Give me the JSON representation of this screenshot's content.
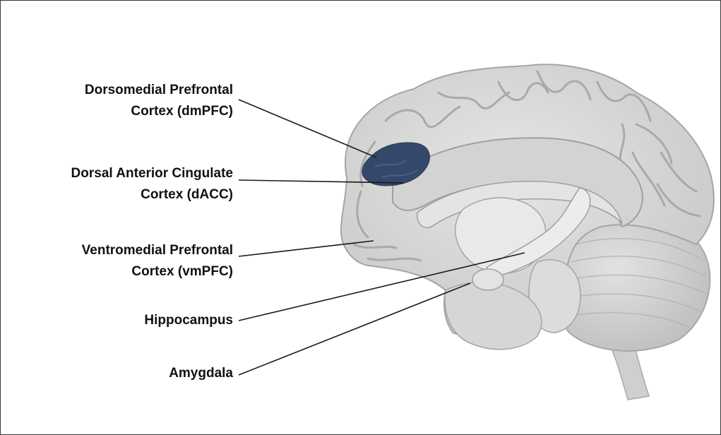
{
  "labels": [
    {
      "id": "dmpfc",
      "lines": [
        "Dorsomedial Prefrontal",
        "Cortex (dmPFC)"
      ]
    },
    {
      "id": "dacc",
      "lines": [
        "Dorsal Anterior Cingulate",
        "Cortex (dACC)"
      ]
    },
    {
      "id": "vmpfc",
      "lines": [
        "Ventromedial Prefrontal",
        "Cortex (vmPFC)"
      ]
    },
    {
      "id": "hippocampus",
      "lines": [
        "Hippocampus"
      ]
    },
    {
      "id": "amygdala",
      "lines": [
        "Amygdala"
      ]
    }
  ],
  "colors": {
    "highlight": "#34486b",
    "brain": "#d9d9d7",
    "frame": "#3a3a3a",
    "leader": "#1a1a1a"
  }
}
